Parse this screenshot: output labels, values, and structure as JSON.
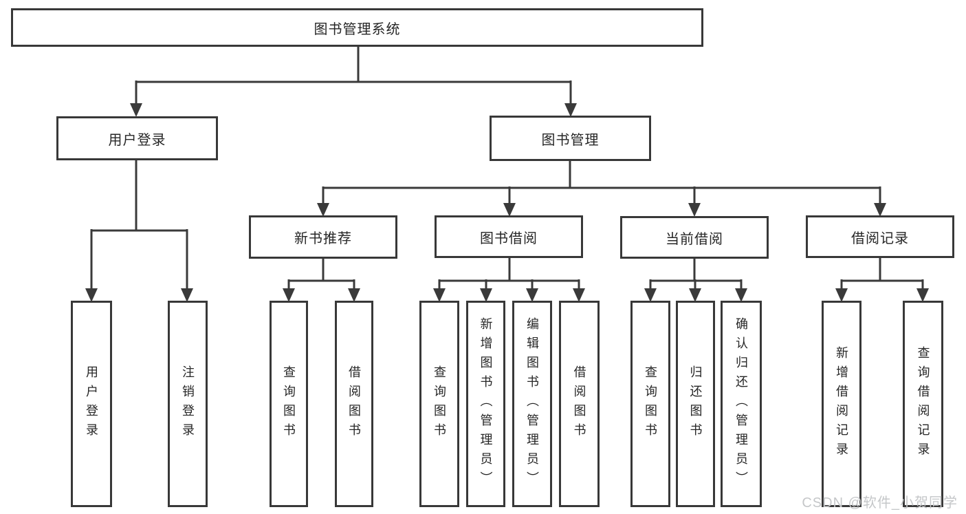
{
  "diagram": {
    "title_node": {
      "label": "图书管理系统"
    },
    "level2": [
      {
        "label": "用户登录"
      },
      {
        "label": "图书管理"
      }
    ],
    "level3": [
      {
        "label": "新书推荐"
      },
      {
        "label": "图书借阅"
      },
      {
        "label": "当前借阅"
      },
      {
        "label": "借阅记录"
      }
    ],
    "leaves": [
      {
        "label": "用户登录"
      },
      {
        "label": "注销登录"
      },
      {
        "label": "查询图书"
      },
      {
        "label": "借阅图书"
      },
      {
        "label": "查询图书"
      },
      {
        "label": "新增图书（管理员）"
      },
      {
        "label": "编辑图书（管理员）"
      },
      {
        "label": "借阅图书"
      },
      {
        "label": "查询图书"
      },
      {
        "label": "归还图书"
      },
      {
        "label": "确认归还（管理员）"
      },
      {
        "label": "新增借阅记录"
      },
      {
        "label": "查询借阅记录"
      }
    ],
    "colors": {
      "line": "#3a3a3a",
      "box_border": "#383838",
      "text": "#262626",
      "background": "#ffffff",
      "watermark": "#c5c7c9"
    }
  },
  "watermark": {
    "text": "CSDN @软件_小贺同学"
  }
}
